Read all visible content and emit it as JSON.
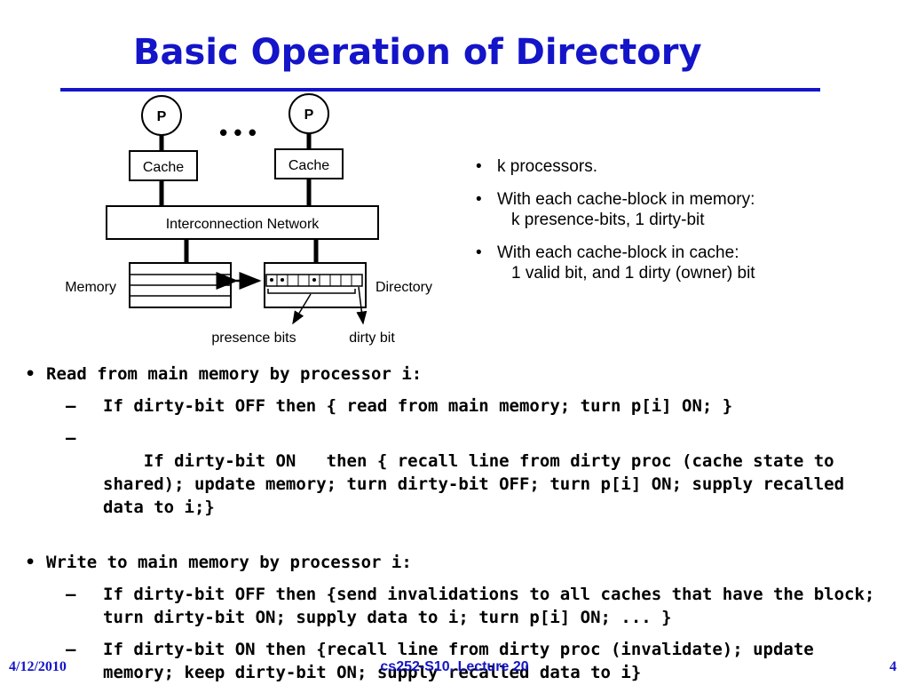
{
  "title": "Basic Operation of Directory",
  "diagram": {
    "processor_1": "P",
    "processor_2": "P",
    "ellipsis": "• • •",
    "cache_1": "Cache",
    "cache_2": "Cache",
    "network": "Interconnection Network",
    "memory": "Memory",
    "directory": "Directory",
    "presence_bits": "presence bits",
    "dirty_bit": "dirty bit"
  },
  "right_bullets": [
    {
      "line1": "k processors.",
      "line2": ""
    },
    {
      "line1": "With each cache-block in memory:",
      "line2": "k  presence-bits, 1 dirty-bit"
    },
    {
      "line1": "With each cache-block in cache:",
      "line2": "1 valid bit, and 1 dirty (owner) bit"
    }
  ],
  "main": {
    "read": {
      "heading": "Read from main memory by processor i:",
      "items": [
        "If dirty-bit OFF then { read from main memory; turn p[i] ON; }",
        "If dirty-bit ON   then { recall line from dirty proc (cache state to shared); update memory; turn dirty-bit OFF; turn p[i] ON; supply recalled data to i;}"
      ]
    },
    "write": {
      "heading": "Write to main memory by processor i:",
      "items": [
        "If dirty-bit OFF then {send invalidations to all caches that have the block; turn dirty-bit ON; supply data to i; turn p[i] ON; ... }",
        "If dirty-bit ON then {recall line from dirty proc (invalidate); update memory; keep dirty-bit ON; supply recalled data to i}"
      ]
    }
  },
  "footer": {
    "date": "4/12/2010",
    "course": "cs252-S10, Lecture 20",
    "page": "4"
  },
  "colors": {
    "title": "#1414c8",
    "text": "#000000",
    "background": "#ffffff"
  }
}
